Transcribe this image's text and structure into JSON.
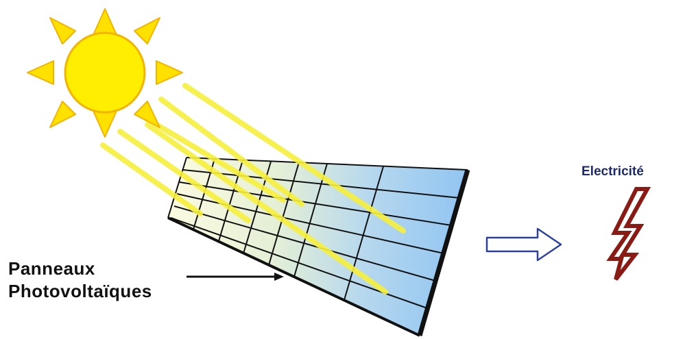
{
  "labels": {
    "panels_line1": "Panneaux",
    "panels_line2": "Photovoltaïques",
    "electricity": "Electricité"
  },
  "colors": {
    "sun_fill": "#ffee00",
    "sun_stroke": "#f2b400",
    "ray": "#f7f03c",
    "panel_light": "#fbfbe0",
    "panel_dark": "#8ec3f2",
    "grid": "#111111",
    "arrow_outline": "#2b3f9e",
    "bolt": "#8a1a14",
    "electricity_text": "#1d2a6a"
  },
  "icons": {
    "sun": "sun-icon",
    "arrow": "right-arrow-icon",
    "bolt": "lightning-bolt-icon"
  }
}
